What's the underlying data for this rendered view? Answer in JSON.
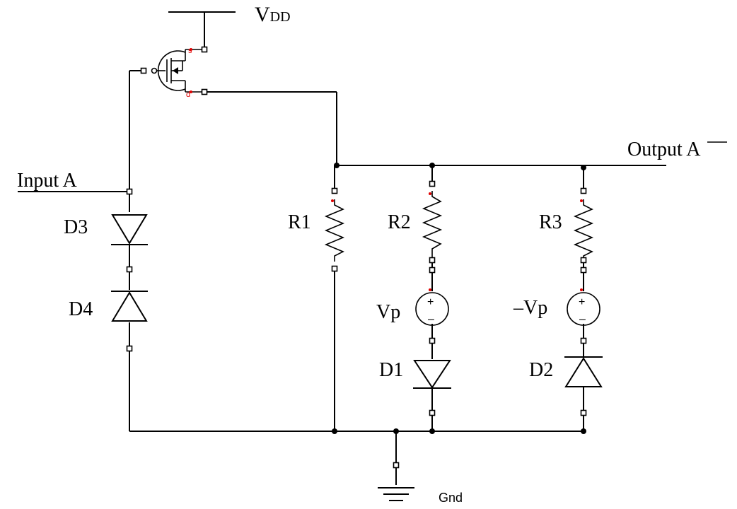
{
  "labels": {
    "vdd_main": "V",
    "vdd_sub": "DD",
    "output": "Output A",
    "input": "Input A",
    "d3": "D3",
    "d4": "D4",
    "r1": "R1",
    "r2": "R2",
    "r3": "R3",
    "vp": "Vp",
    "neg_vp": "–Vp",
    "d1": "D1",
    "d2": "D2",
    "gnd": "Gnd"
  },
  "polarity": {
    "plus": "+",
    "minus": "–"
  },
  "transistor_pins": {
    "source": "s",
    "drain": "d"
  }
}
